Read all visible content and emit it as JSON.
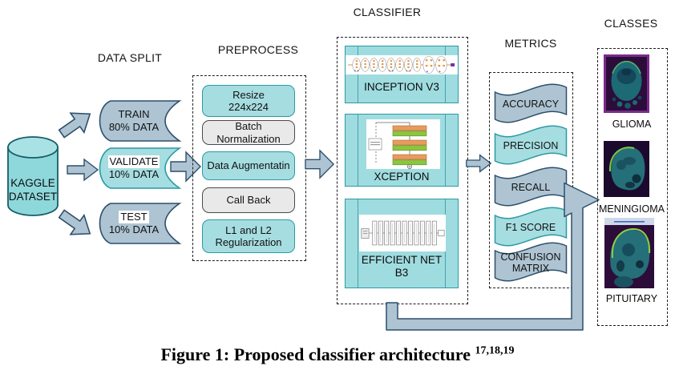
{
  "titles": {
    "data_split": "DATA SPLIT",
    "preprocess": "PREPROCESS",
    "classifier": "CLASSIFIER",
    "metrics": "METRICS",
    "classes": "CLASSES"
  },
  "dataset": {
    "line1": "KAGGLE",
    "line2": "DATASET"
  },
  "splits": [
    {
      "name": "TRAIN",
      "amount": "80% DATA",
      "color": "gray"
    },
    {
      "name": "VALIDATE",
      "amount": "10% DATA",
      "color": "teal"
    },
    {
      "name": "TEST",
      "amount": "10% DATA",
      "color": "gray"
    }
  ],
  "preprocess_steps": [
    {
      "line1": "Resize",
      "line2": "224x224",
      "color": "teal"
    },
    {
      "line1": "Batch Normalization",
      "color": "gray"
    },
    {
      "line1": "Data Augmentatin",
      "color": "teal"
    },
    {
      "line1": "Call Back",
      "color": "gray"
    },
    {
      "line1": "L1 and L2",
      "line2": "Regularization",
      "color": "teal"
    }
  ],
  "models": [
    {
      "name": "INCEPTION V3"
    },
    {
      "name": "XCEPTION"
    },
    {
      "name": "EFFICIENT NET",
      "name2": "B3"
    }
  ],
  "metrics_list": [
    {
      "line1": "ACCURACY",
      "color": "gray"
    },
    {
      "line1": "PRECISION",
      "color": "teal"
    },
    {
      "line1": "RECALL",
      "color": "gray"
    },
    {
      "line1": "F1 SCORE",
      "color": "teal"
    },
    {
      "line1": "CONFUSION",
      "line2": "MATRIX",
      "color": "gray"
    }
  ],
  "classes_list": [
    {
      "label": "GLIOMA"
    },
    {
      "label": "MENINGIOMA"
    },
    {
      "label": "PITUITARY"
    }
  ],
  "caption": {
    "text": "Figure 1: Proposed classifier architecture",
    "refs": "17,18,19"
  },
  "colors": {
    "teal_fill": "#a6dde1",
    "teal_stroke": "#2b9aa3",
    "model_fill": "#9fdce0",
    "gray_fill": "#aec4d2",
    "gray_stroke": "#2d4f6b",
    "lightgray_fill": "#e9e9e9",
    "mri_background": "#2c0d3a",
    "mri_brain": "#256f78",
    "mri_outline": "#7dc944",
    "glioma_border": "#7a2a8a"
  }
}
